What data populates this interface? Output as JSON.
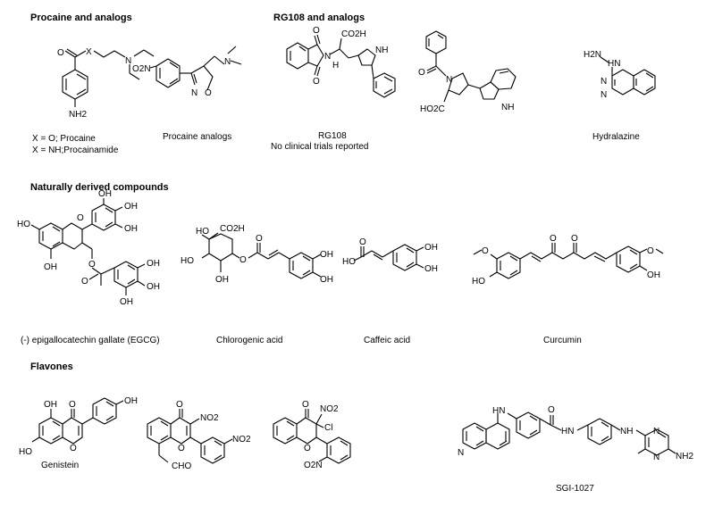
{
  "sections": {
    "procaine": "Procaine and analogs",
    "rg108": "RG108 and analogs",
    "natural": "Naturally derived compounds",
    "flavones": "Flavones"
  },
  "captions": {
    "procaine_line1": "X = O; Procaine",
    "procaine_line2": "X = NH;Procainamide",
    "procaine_analogs": "Procaine analogs",
    "rg108": "RG108",
    "rg108_note": "No clinical trials reported",
    "hydralazine": "Hydralazine",
    "egcg": "(-) epigallocatechin gallate (EGCG)",
    "chlorogenic": "Chlorogenic acid",
    "caffeic": "Caffeic acid",
    "curcumin": "Curcumin",
    "genistein": "Genistein",
    "sgi": "SGI-1027"
  },
  "atoms": {
    "O": "O",
    "X": "X",
    "N": "N",
    "NH2": "NH2",
    "O2N": "O2N",
    "NO2": "NO2",
    "CO2H": "CO2H",
    "HO2C": "HO2C",
    "H": "H",
    "HN": "HN",
    "NH": "NH",
    "OH": "OH",
    "HO": "HO",
    "CHO": "CHO",
    "Cl": "Cl",
    "H2N": "H2N"
  }
}
